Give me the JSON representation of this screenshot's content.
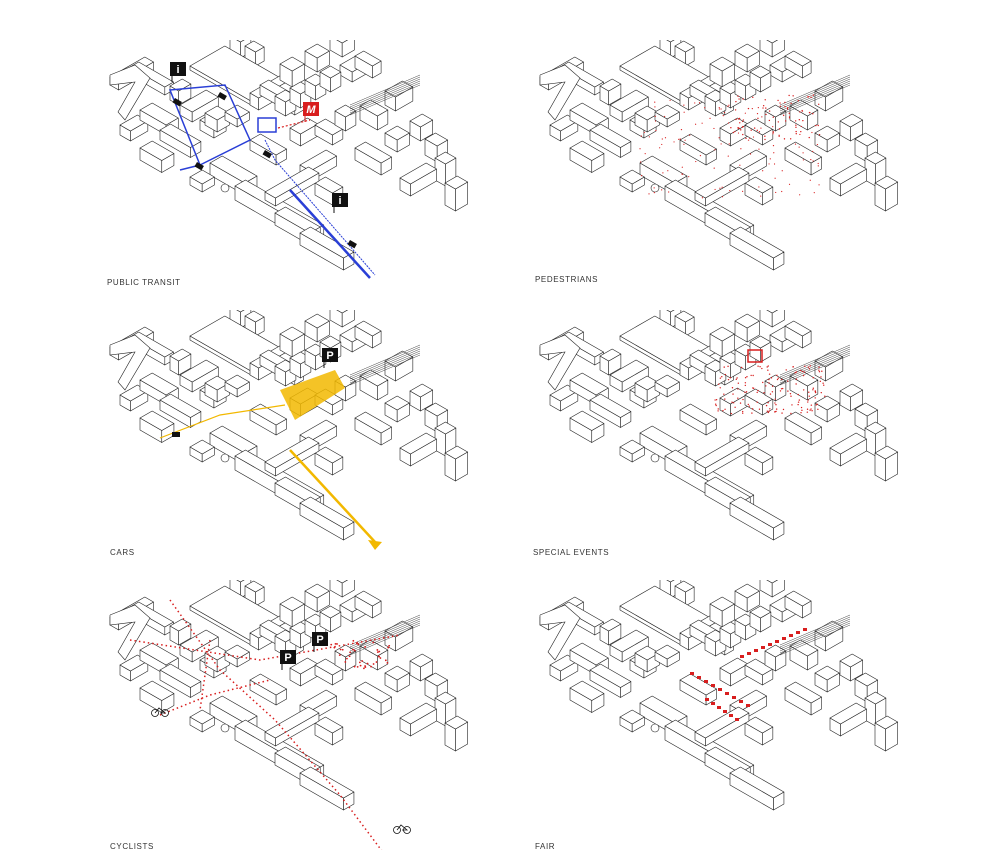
{
  "panels": [
    {
      "id": "transit",
      "label": "PUBLIC TRANSIT",
      "accent": "#2a3fd6",
      "metro_sign": "M"
    },
    {
      "id": "pedestrians",
      "label": "PEDESTRIANS",
      "accent": "#d81e1e"
    },
    {
      "id": "cars",
      "label": "CARS",
      "accent": "#f2b800",
      "parking_sign": "P"
    },
    {
      "id": "events",
      "label": "SPECIAL EVENTS",
      "accent": "#d81e1e"
    },
    {
      "id": "cyclists",
      "label": "CYCLISTS",
      "accent": "#d81e1e",
      "parking_sign": "P"
    },
    {
      "id": "fair",
      "label": "FAIR",
      "accent": "#d81e1e"
    }
  ]
}
